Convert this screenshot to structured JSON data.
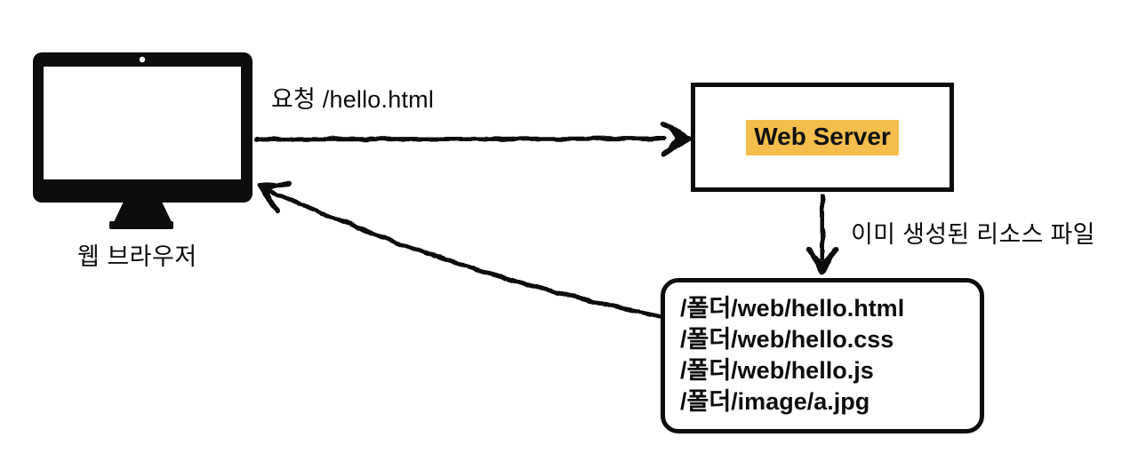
{
  "colors": {
    "ink": "#0d0d0d",
    "highlight": "#f5be4c",
    "background": "#ffffff"
  },
  "browser": {
    "icon": "desktop-monitor-icon",
    "label": "웹 브라우저"
  },
  "request_arrow": {
    "label": "요청 /hello.html"
  },
  "server": {
    "label": "Web Server"
  },
  "response_arrow": {
    "label": "이미 생성된 리소스 파일"
  },
  "resource_box": {
    "files": [
      "/폴더/web/hello.html",
      "/폴더/web/hello.css",
      "/폴더/web/hello.js",
      "/폴더/image/a.jpg"
    ]
  }
}
